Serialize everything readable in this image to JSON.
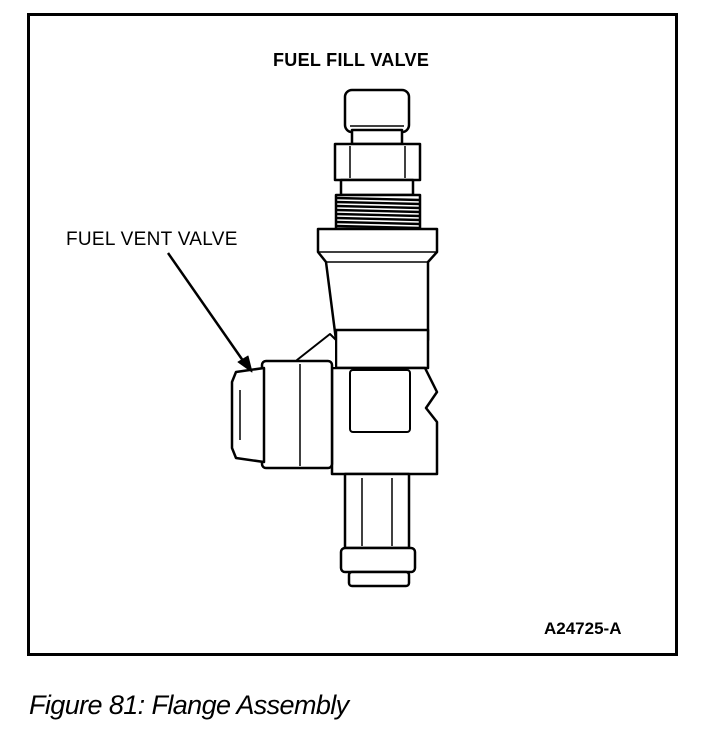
{
  "figure": {
    "fill_valve_label": "FUEL FILL VALVE",
    "vent_valve_label": "FUEL VENT VALVE",
    "drawing_code": "A24725-A",
    "caption": "Figure 81: Flange Assembly"
  },
  "colors": {
    "ink": "#000000",
    "paper": "#ffffff",
    "thread": "#555555"
  }
}
